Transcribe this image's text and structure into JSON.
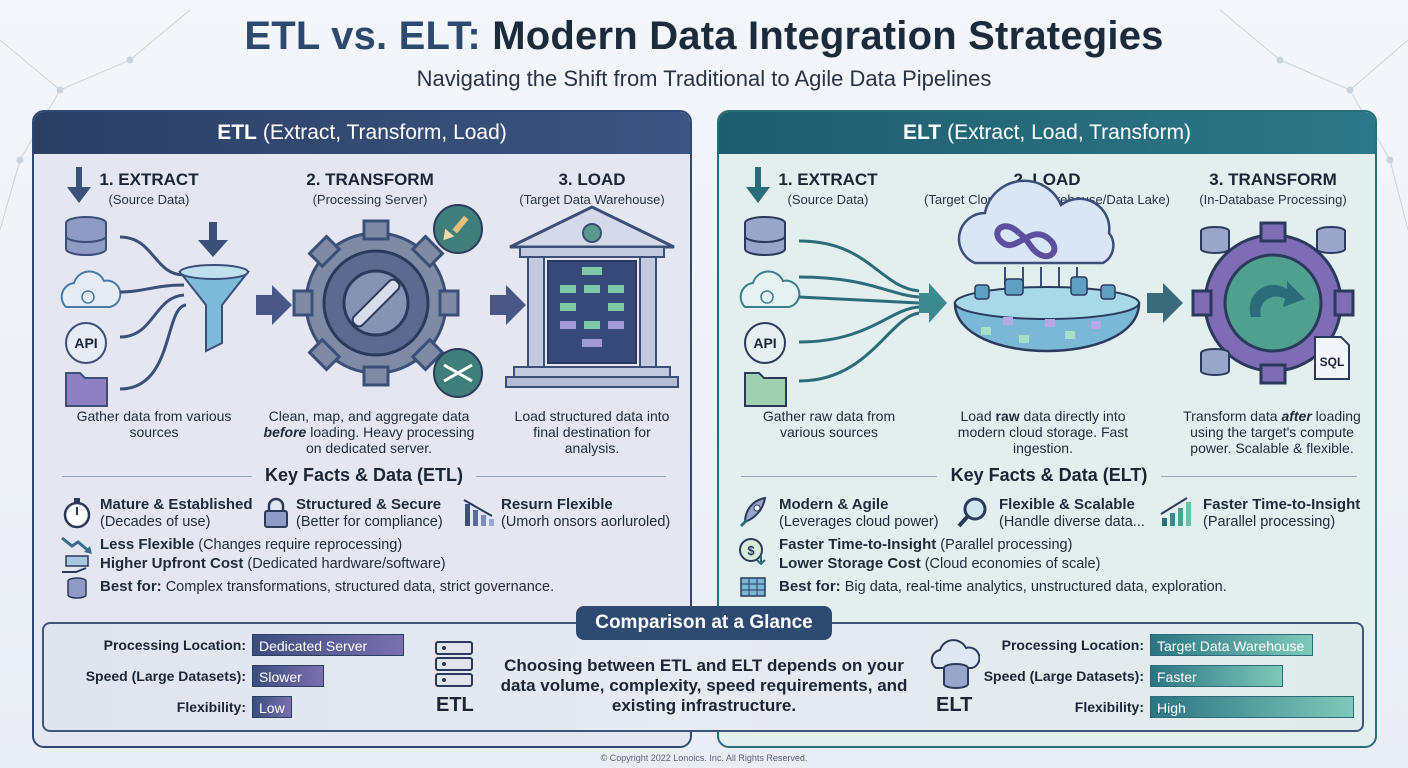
{
  "title": {
    "part1": "ETL vs. ELT:",
    "part2": "Modern Data Integration Strategies"
  },
  "subtitle": "Navigating the Shift from Traditional to Agile Data Pipelines",
  "etl": {
    "header_bold": "ETL",
    "header_rest": "(Extract, Transform, Load)",
    "steps": [
      {
        "title": "1. EXTRACT",
        "sub": "(Source Data)",
        "desc": "Gather data from various sources"
      },
      {
        "title": "2. TRANSFORM",
        "sub": "(Processing Server)",
        "desc_pre": "Clean, map, and aggregate data ",
        "desc_em": "before",
        "desc_post": " loading. Heavy processing on dedicated server."
      },
      {
        "title": "3. LOAD",
        "sub": "(Target Data Warehouse)",
        "desc": "Load structured data into final destination for analysis."
      }
    ],
    "key_facts_title": "Key Facts & Data (ETL)",
    "facts": [
      {
        "bold": "Mature & Established",
        "text": "(Decades of use)",
        "icon": "stopwatch-icon"
      },
      {
        "bold": "Structured & Secure",
        "text": "(Better for compliance)",
        "icon": "lock-icon"
      },
      {
        "bold": "Resurn Flexible",
        "text": "(Umorh onsors aorluroled)",
        "icon": "bar-chart-down-icon"
      },
      {
        "bold": "Less Flexible",
        "text": "(Changes require reprocessing)",
        "icon": "trend-down-icon"
      },
      {
        "bold": "Higher Upfront Cost",
        "text": "(Dedicated hardware/software)",
        "icon": "money-hand-icon"
      },
      {
        "bold": "Best for:",
        "text": "Complex transformations, structured data, strict governance.",
        "icon": "database-icon"
      }
    ],
    "api_label": "API",
    "tag": "ETL"
  },
  "elt": {
    "header_bold": "ELT",
    "header_rest": "(Extract, Load, Transform)",
    "steps": [
      {
        "title": "1. EXTRACT",
        "sub": "(Source Data)",
        "desc": "Gather raw data from various sources"
      },
      {
        "title": "2. LOAD",
        "sub": "(Target Cloud Data Warehouse/Data Lake)",
        "desc_pre": "Load ",
        "desc_em": "raw",
        "desc_post": " data directly into modern cloud storage. Fast ingestion."
      },
      {
        "title": "3. TRANSFORM",
        "sub": "(In-Database Processing)",
        "desc_pre": "Transform data ",
        "desc_em": "after",
        "desc_post": " loading using the target's compute power. Scalable & flexible."
      }
    ],
    "key_facts_title": "Key Facts & Data (ELT)",
    "facts": [
      {
        "bold": "Modern & Agile",
        "text": "(Leverages cloud power)",
        "icon": "rocket-icon"
      },
      {
        "bold": "Flexible & Scalable",
        "text": "(Handle diverse data...",
        "icon": "magnifier-icon"
      },
      {
        "bold": "Faster Time-to-Insight",
        "text": "(Parallel processing)",
        "icon": "bar-chart-up-icon"
      },
      {
        "bold": "Faster Time-to-Insight",
        "text": "(Parallel processing)",
        "icon": "dollar-down-icon"
      },
      {
        "bold": "Lower Storage Cost",
        "text": "(Cloud economies of scale)",
        "icon": ""
      },
      {
        "bold": "Best for:",
        "text": "Big data, real-time analytics, unstructured data, exploration.",
        "icon": "data-lake-icon"
      }
    ],
    "api_label": "API",
    "sql_label": "SQL",
    "tag": "ELT"
  },
  "comparison": {
    "title": "Comparison at a Glance",
    "etl_rows": [
      {
        "label": "Processing Location:",
        "value": "Dedicated Server",
        "level": 0.95
      },
      {
        "label": "Speed (Large Datasets):",
        "value": "Slower",
        "level": 0.45
      },
      {
        "label": "Flexibility:",
        "value": "Low",
        "level": 0.25
      }
    ],
    "elt_rows": [
      {
        "label": "Processing Location:",
        "value": "Target Data Warehouse",
        "level": 0.8
      },
      {
        "label": "Speed (Large Datasets):",
        "value": "Faster",
        "level": 0.65
      },
      {
        "label": "Flexibility:",
        "value": "High",
        "level": 1.0
      }
    ],
    "center_text": "Choosing between ETL and ELT depends on your data volume, complexity, speed requirements, and existing infrastructure."
  },
  "copyright": "© Copyright 2022 Lonoics. Inc. All Rights Reserved.",
  "colors": {
    "etl_accent": "#2f4a72",
    "elt_accent": "#2b6b7a"
  }
}
